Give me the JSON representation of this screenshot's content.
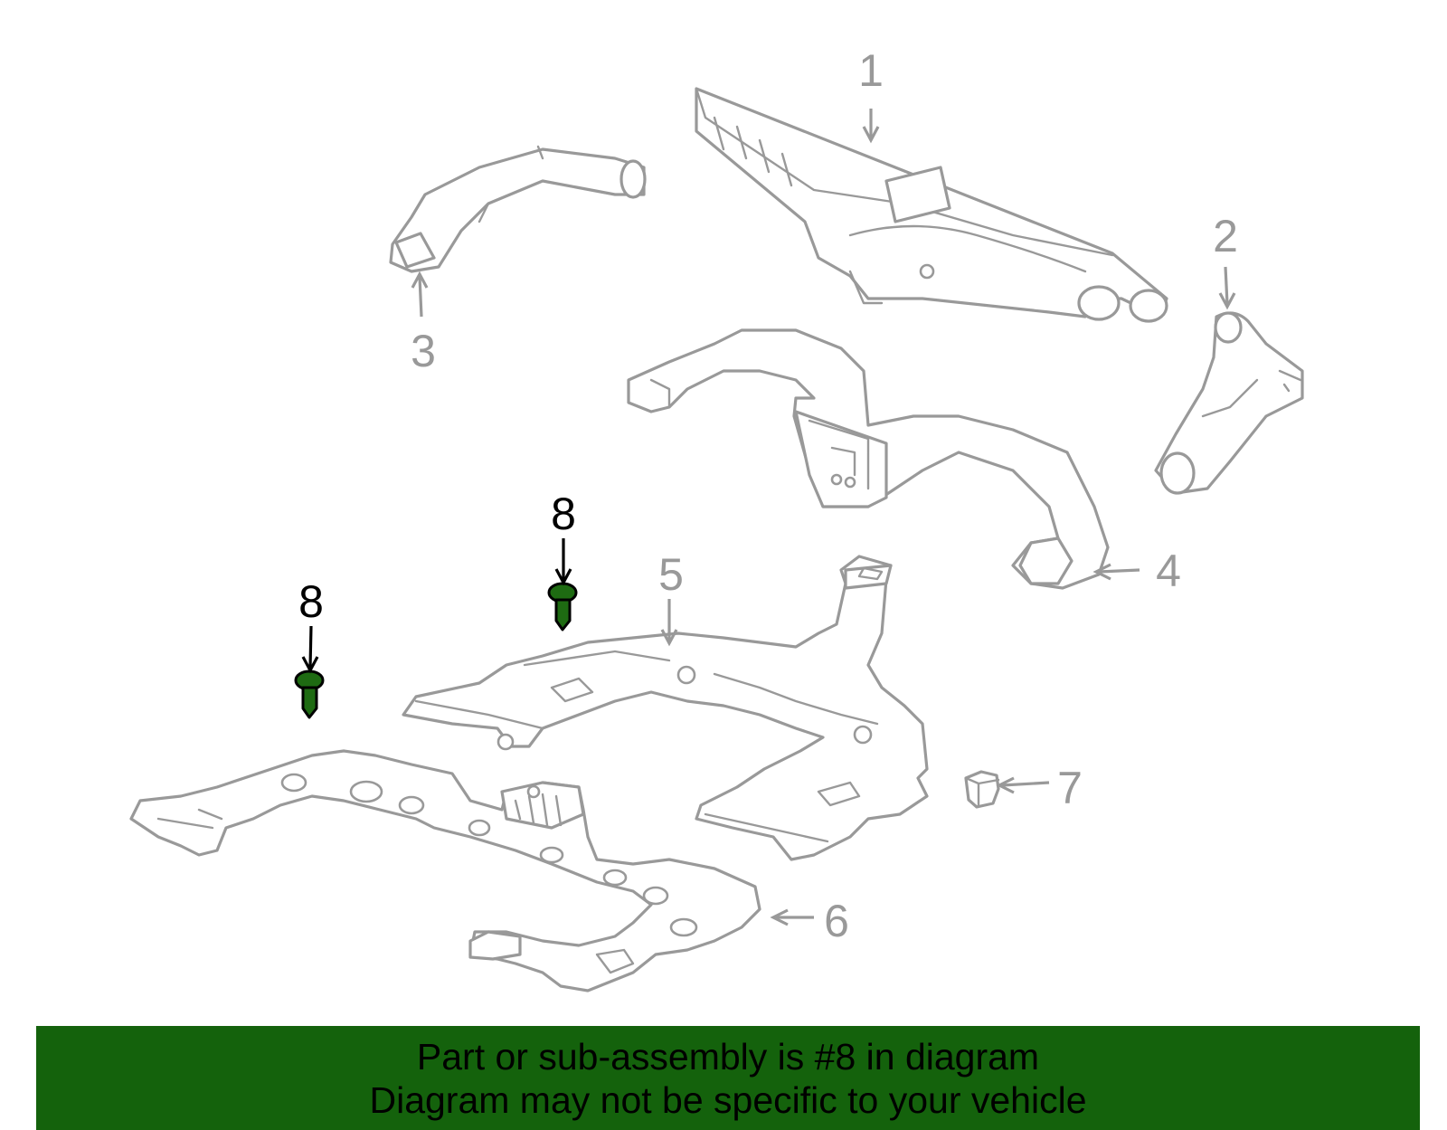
{
  "diagram": {
    "callouts": [
      {
        "label": "1"
      },
      {
        "label": "2"
      },
      {
        "label": "3"
      },
      {
        "label": "4"
      },
      {
        "label": "5"
      },
      {
        "label": "6"
      },
      {
        "label": "7"
      },
      {
        "label": "8"
      },
      {
        "label": "8"
      }
    ],
    "highlight_part": "8",
    "highlight_color": "#1e6b12"
  },
  "banner": {
    "line1": "Part or sub-assembly is #8 in diagram",
    "line2": "Diagram may not be specific to your vehicle",
    "background": "#14620c"
  }
}
